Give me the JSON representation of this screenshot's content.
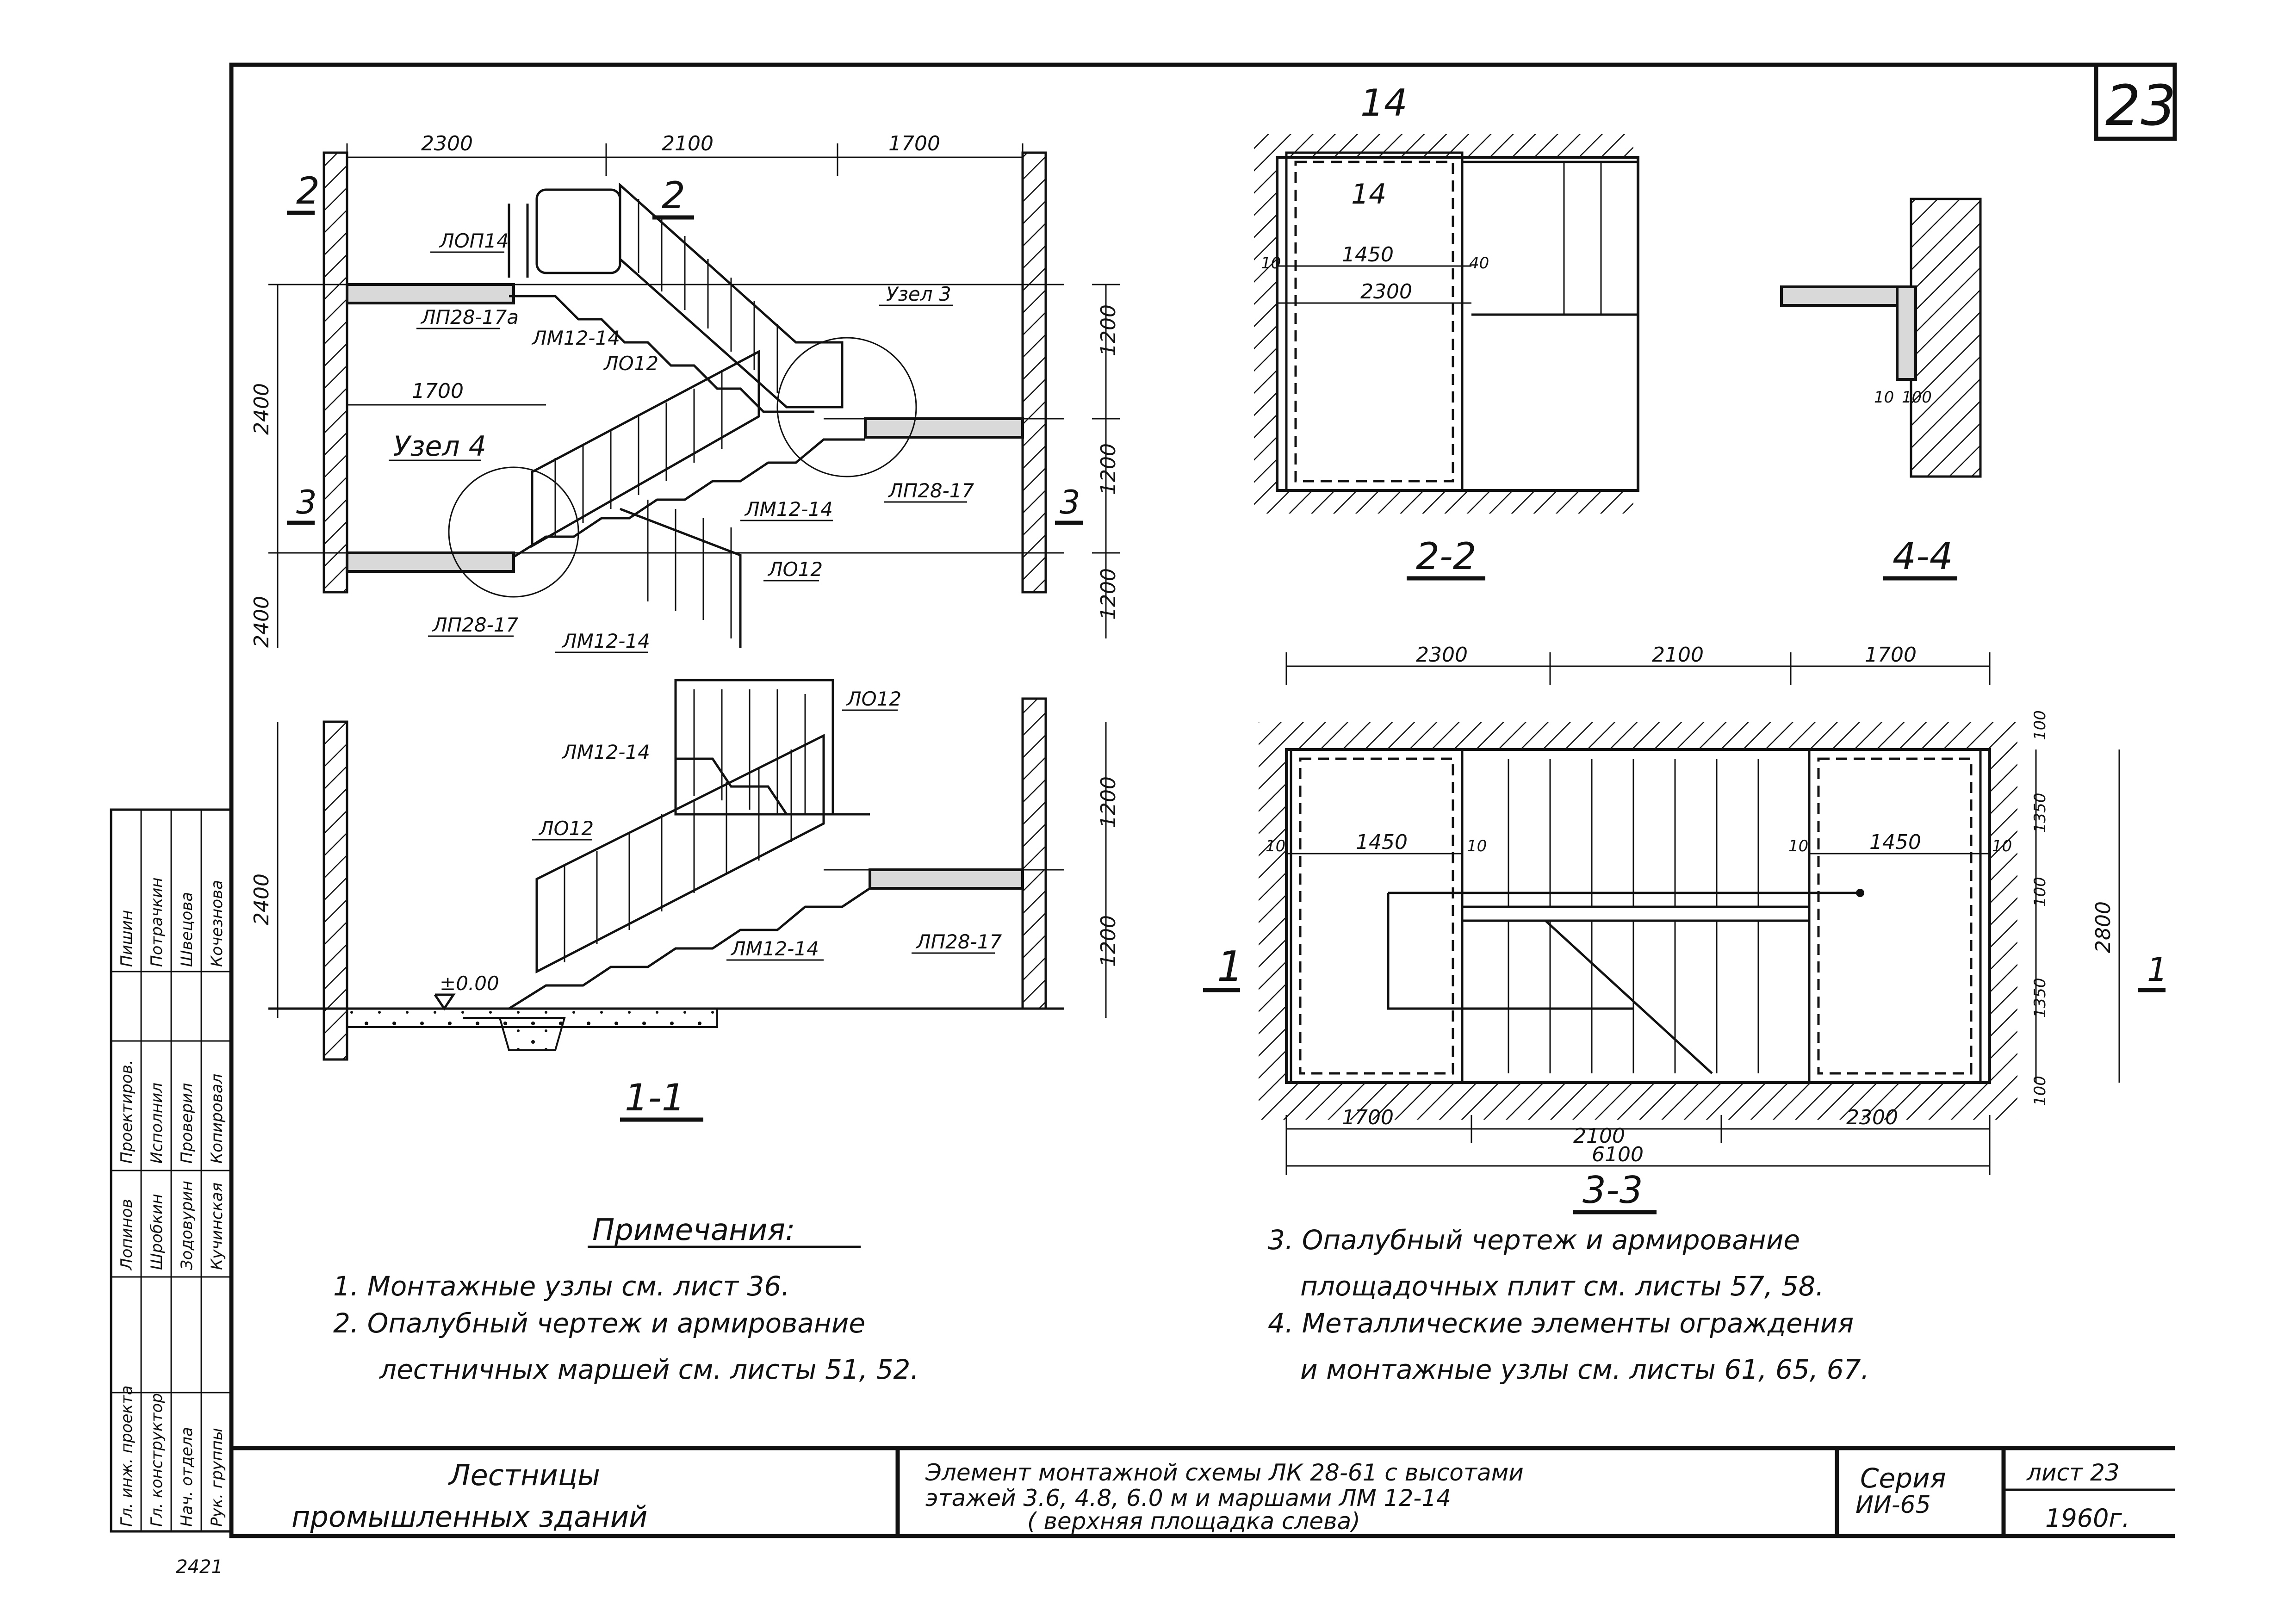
{
  "sheet_number": "23",
  "elevation_1_1": {
    "section_markers": [
      "2",
      "2",
      "3",
      "3"
    ],
    "top_dims": [
      "2300",
      "2100",
      "1700"
    ],
    "side_dims": [
      "1200",
      "1200",
      "1200"
    ],
    "left_dims": [
      "2400",
      "2400"
    ],
    "inner_dim": "1700",
    "node_labels": [
      "Узел 3",
      "Узел 4"
    ],
    "labels": [
      "ЛОП14",
      "ЛП28-17а",
      "ЛМ12-14",
      "ЛО12",
      "ЛМ12-14",
      "ЛП28-17",
      "ЛО12",
      "ЛП28-17",
      "ЛМ12-14"
    ]
  },
  "elevation_lower": {
    "left_dim": "2400",
    "side_dims": [
      "1200",
      "1200"
    ],
    "labels": [
      "ЛО12",
      "ЛМ12-14",
      "ЛО12",
      "ЛМ12-14",
      "ЛП28-17"
    ],
    "level_mark": "±0.00"
  },
  "view_1_1_title": "1-1",
  "plan_2_2": {
    "top_label": "14",
    "inner_label": "14",
    "dim_1450": "1450",
    "dim_2300": "2300",
    "dim_10": "10",
    "dim_40": "40",
    "title": "2-2"
  },
  "detail_4_4": {
    "dims": [
      "10",
      "100"
    ],
    "title": "4-4"
  },
  "plan_3_3": {
    "top_dims": [
      "2300",
      "2100",
      "1700"
    ],
    "bottom_dims": [
      "1700",
      "2100",
      "2300"
    ],
    "total_dim": "6100",
    "inner_dims": [
      "1450",
      "1450",
      "10",
      "10",
      "10",
      "10"
    ],
    "right_dims": [
      "100",
      "1350",
      "100",
      "1350",
      "100"
    ],
    "height_dim": "2800",
    "axis_left": "1",
    "axis_right": "1",
    "title": "3-3"
  },
  "notes": {
    "heading": "Примечания:",
    "items": [
      "1. Монтажные узлы см. лист 36.",
      "2. Опалубный чертеж и армирование",
      "лестничных маршей см. листы 51, 52.",
      "3. Опалубный чертеж и армирование",
      "площадочных плит см. листы 57, 58.",
      "4. Металлические элементы ограждения",
      "и монтажные узлы см. листы 61, 65, 67."
    ]
  },
  "title_block": {
    "left_title_1": "Лестницы",
    "left_title_2": "промышленных зданий",
    "desc_1": "Элемент монтажной схемы ЛК 28-61 с высотами",
    "desc_2": "этажей 3.6, 4.8, 6.0 м и маршами ЛМ 12-14",
    "desc_3": "( верхняя площадка слева)",
    "series_1": "Серия",
    "series_2": "ИИ-65",
    "sheet_label": "лист 23",
    "year": "1960г."
  },
  "stamp": {
    "roles": [
      "Гл. инж. проекта",
      "Гл. конструктор",
      "Нач. отдела",
      "Рук. группы"
    ],
    "names": [
      "Лопинов",
      "Шробкин",
      "Зодовурин",
      "Кучинская"
    ],
    "roles2": [
      "Проектиров.",
      "Исполнил",
      "Проверил",
      "Копировал"
    ],
    "names2": [
      "Пишин",
      "Потрачкин",
      "Швецова",
      "Кочезнова"
    ]
  },
  "bottom_note": "2421"
}
